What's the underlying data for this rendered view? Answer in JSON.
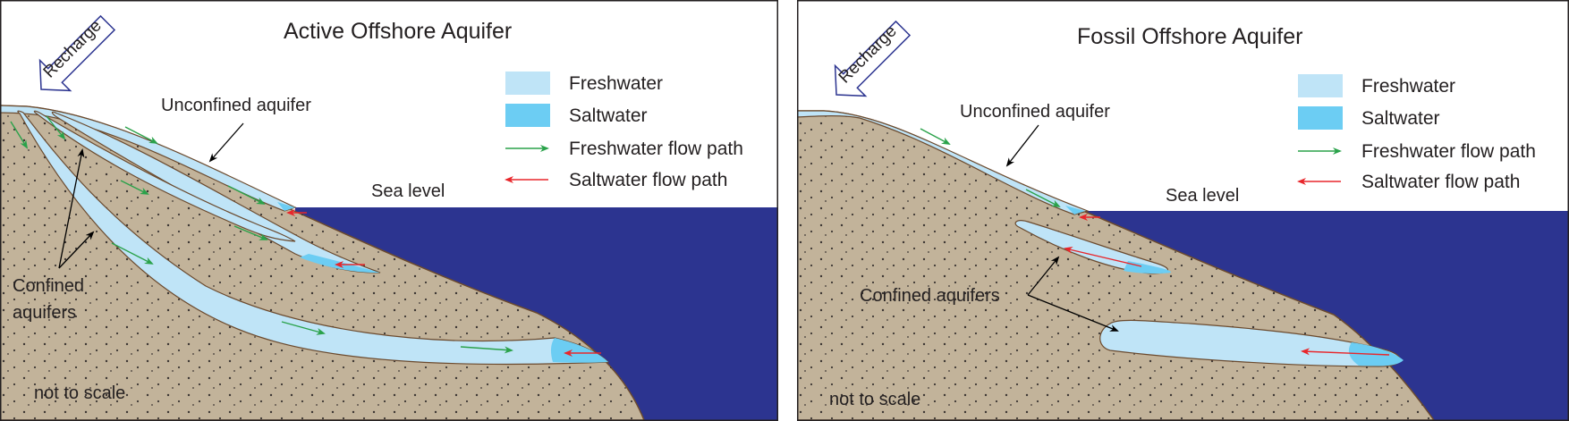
{
  "colors": {
    "freshwater": "#bfe4f7",
    "saltwater": "#6ccdf3",
    "sea": "#2c3490",
    "sediment": "#c2b39a",
    "boundary": "#6b4a2e",
    "fresh_arrow": "#2aa24a",
    "salt_arrow": "#e8262b"
  },
  "icons": [
    "recharge-arrow-icon",
    "freshwater-swatch",
    "saltwater-swatch",
    "freshwater-flow-arrow-icon",
    "saltwater-flow-arrow-icon"
  ],
  "panels": [
    {
      "title": "Active Offshore Aquifer",
      "recharge": "Recharge",
      "unconfined_label": "Unconfined aquifer",
      "sea_level_label": "Sea level",
      "confined_label_line1": "Confined",
      "confined_label_line2": "aquifers",
      "scale_note": "not to scale",
      "legend": {
        "freshwater": "Freshwater",
        "saltwater": "Saltwater",
        "freshwater_flow": "Freshwater flow path",
        "saltwater_flow": "Saltwater flow path"
      }
    },
    {
      "title": "Fossil Offshore Aquifer",
      "recharge": "Recharge",
      "unconfined_label": "Unconfined aquifer",
      "sea_level_label": "Sea level",
      "confined_label": "Confined aquifers",
      "scale_note": "not to scale",
      "legend": {
        "freshwater": "Freshwater",
        "saltwater": "Saltwater",
        "freshwater_flow": "Freshwater flow path",
        "saltwater_flow": "Saltwater flow path"
      }
    }
  ]
}
